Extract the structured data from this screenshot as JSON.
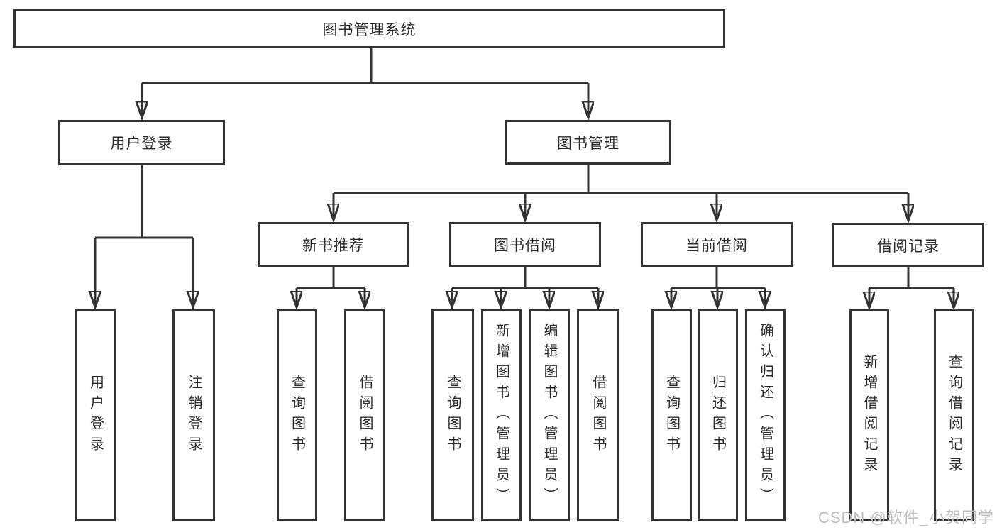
{
  "diagram": {
    "root": {
      "label": "图书管理系统"
    },
    "branches": [
      {
        "label": "用户登录",
        "children": [
          {
            "label": "用户登录"
          },
          {
            "label": "注销登录"
          }
        ]
      },
      {
        "label": "图书管理",
        "children": [
          {
            "label": "新书推荐",
            "children": [
              {
                "label": "查询图书"
              },
              {
                "label": "借阅图书"
              }
            ]
          },
          {
            "label": "图书借阅",
            "children": [
              {
                "label": "查询图书"
              },
              {
                "label": "新增图书（管理员）"
              },
              {
                "label": "编辑图书（管理员）"
              },
              {
                "label": "借阅图书"
              }
            ]
          },
          {
            "label": "当前借阅",
            "children": [
              {
                "label": "查询图书"
              },
              {
                "label": "归还图书"
              },
              {
                "label": "确认归还（管理员）"
              }
            ]
          },
          {
            "label": "借阅记录",
            "children": [
              {
                "label": "新增借阅记录"
              },
              {
                "label": "查询借阅记录"
              }
            ]
          }
        ]
      }
    ]
  },
  "watermark": {
    "text": "CSDN @软件_小贺同学"
  },
  "colors": {
    "line": "#333333",
    "text": "#2b2b2b",
    "watermark": "#bdbdbd",
    "background": "#ffffff"
  }
}
